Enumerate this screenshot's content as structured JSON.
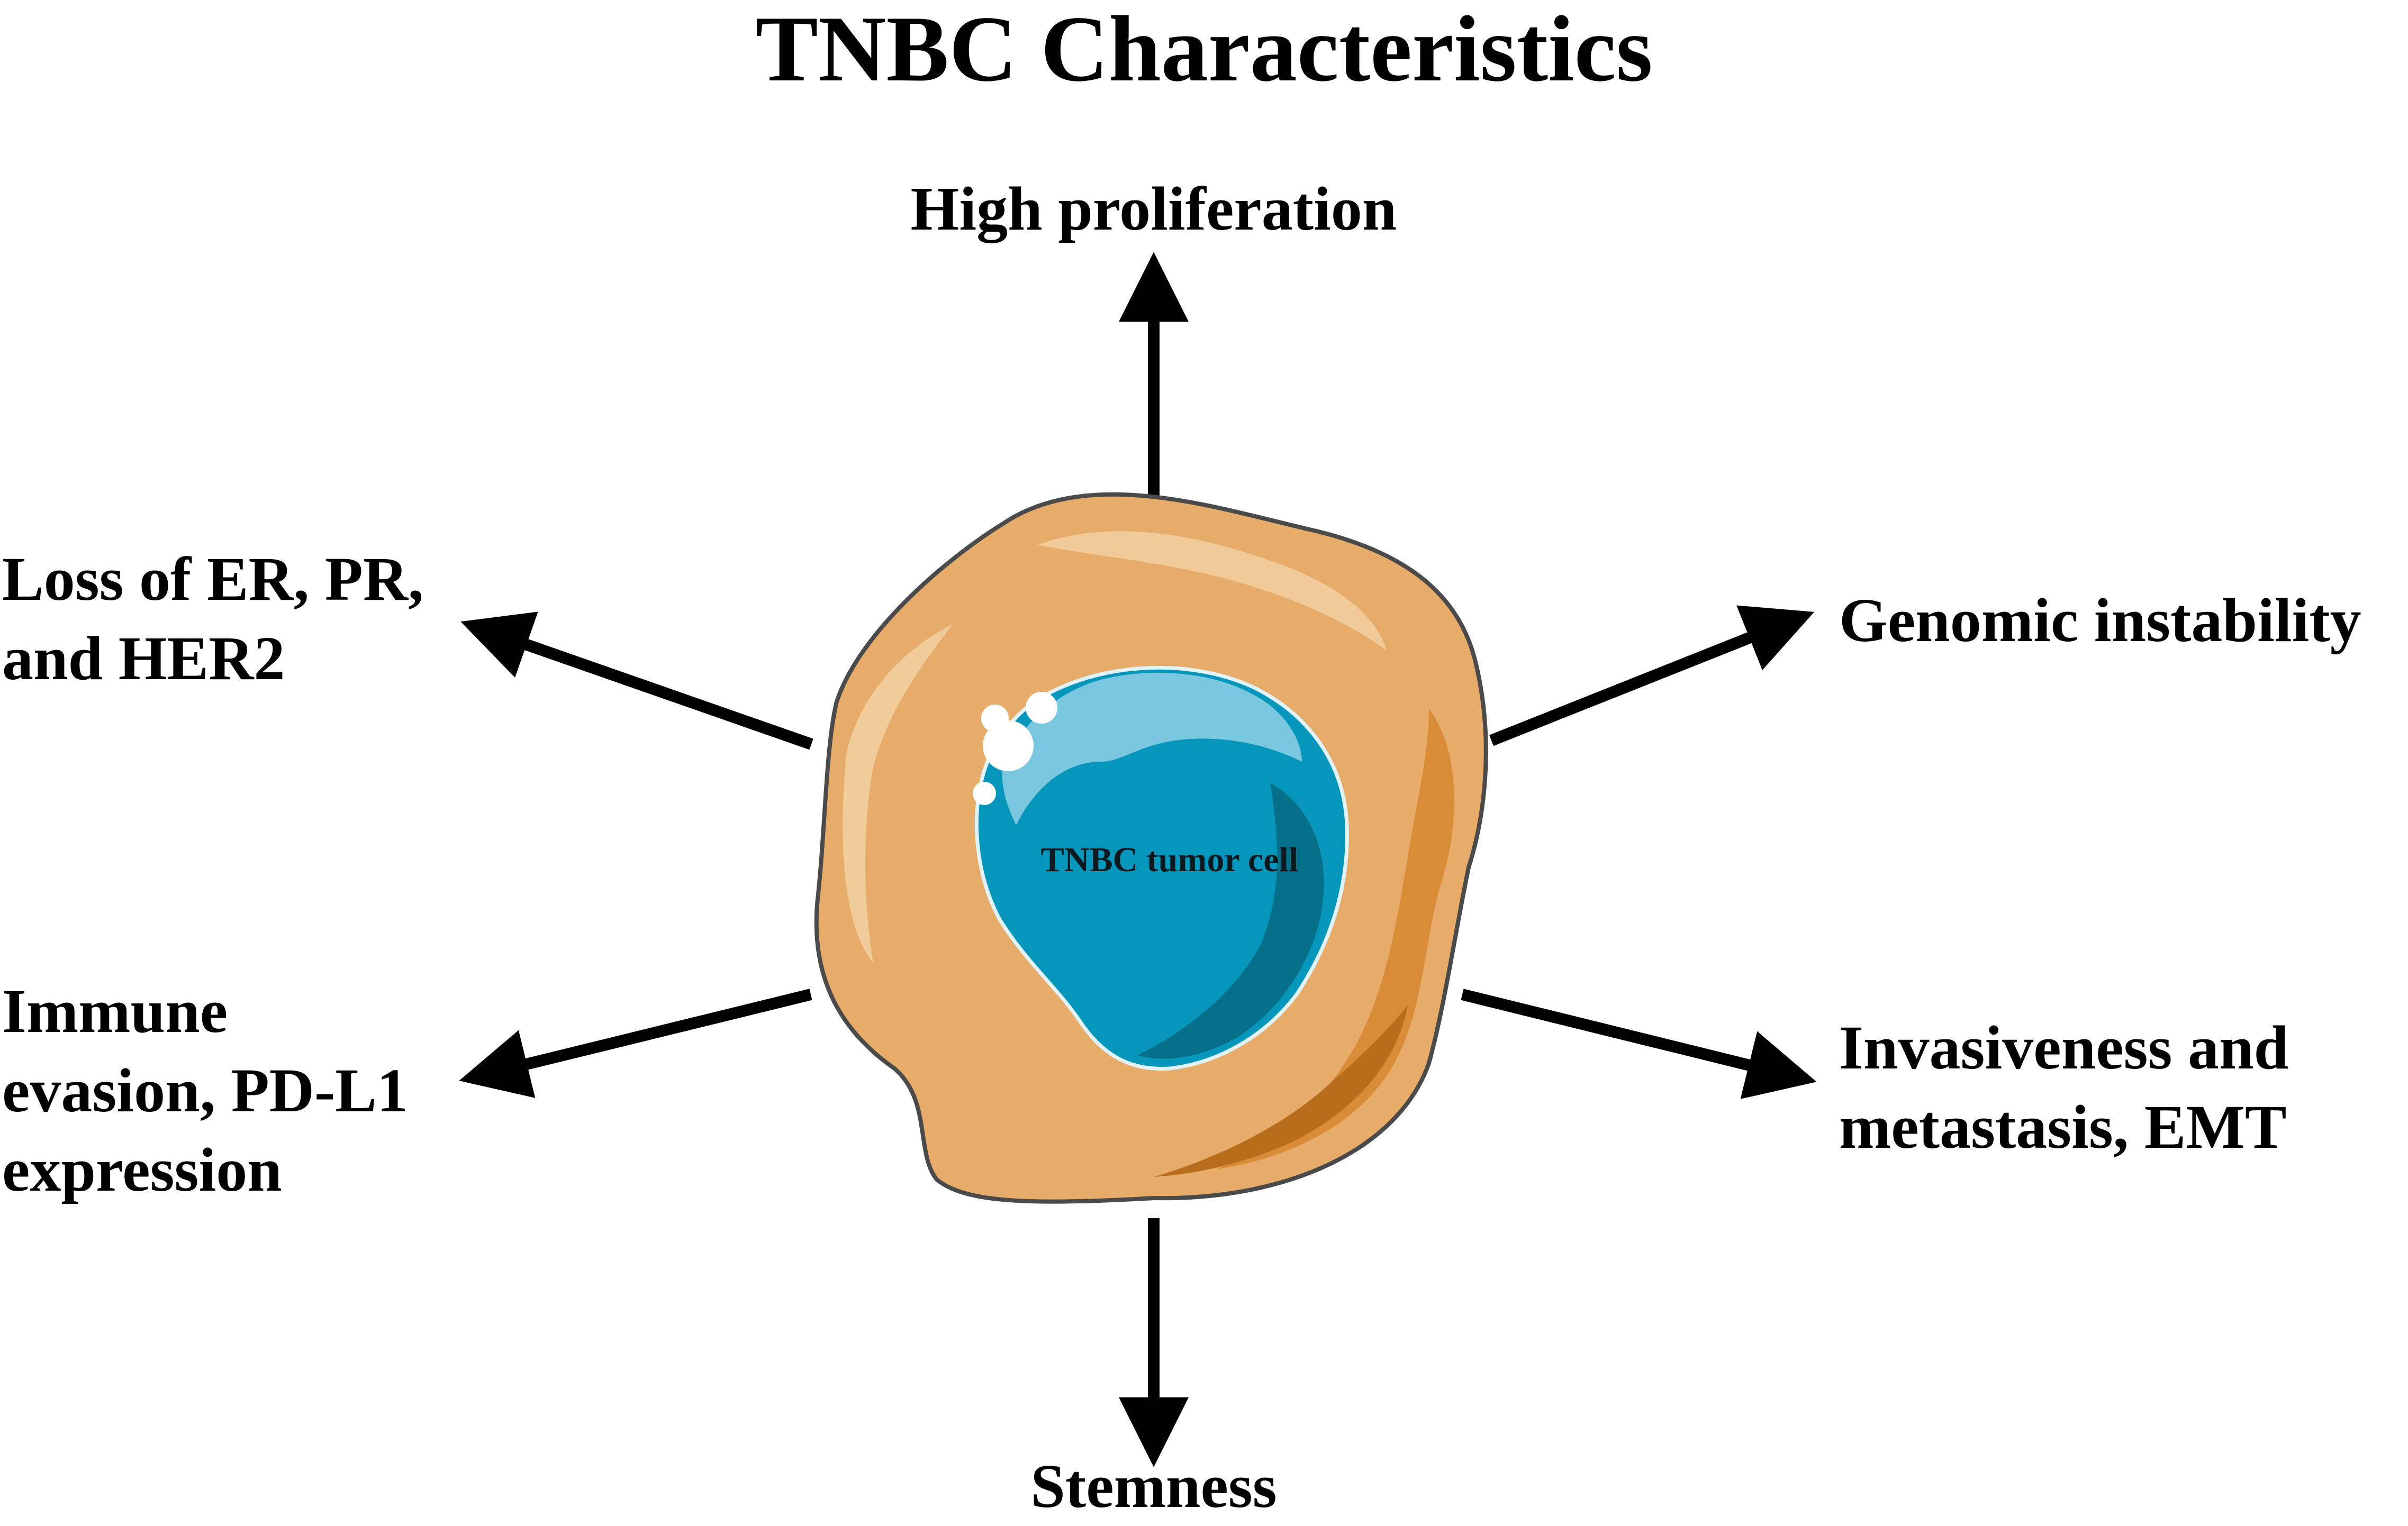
{
  "title": "TNBC Characteristics",
  "center": {
    "label": "TNBC tumor cell"
  },
  "characteristics": {
    "top": {
      "lines": [
        "High proliferation"
      ]
    },
    "right_upper": {
      "lines": [
        "Genomic instability"
      ]
    },
    "right_lower": {
      "lines": [
        "Invasiveness and",
        "metastasis, EMT"
      ]
    },
    "bottom": {
      "lines": [
        "Stemness"
      ]
    },
    "left_lower": {
      "lines": [
        "Immune",
        "evasion, PD-L1",
        "expression"
      ]
    },
    "left_upper": {
      "lines": [
        "Loss of ER, PR,",
        "and HER2"
      ]
    }
  },
  "colors": {
    "arrow": "#000000",
    "cytoplasm": "#e7ab6a",
    "cytoplasm_dark": "#d98c35",
    "cytoplasm_shadow": "#b86d1d",
    "cytoplasm_highlight": "#f1cfa0",
    "membrane": "#4a4a4a",
    "nucleus": "#0796bb",
    "nucleus_dark": "#066f8a",
    "nucleus_highlight": "#8ed0e6",
    "vesicle": "#ffffff"
  }
}
